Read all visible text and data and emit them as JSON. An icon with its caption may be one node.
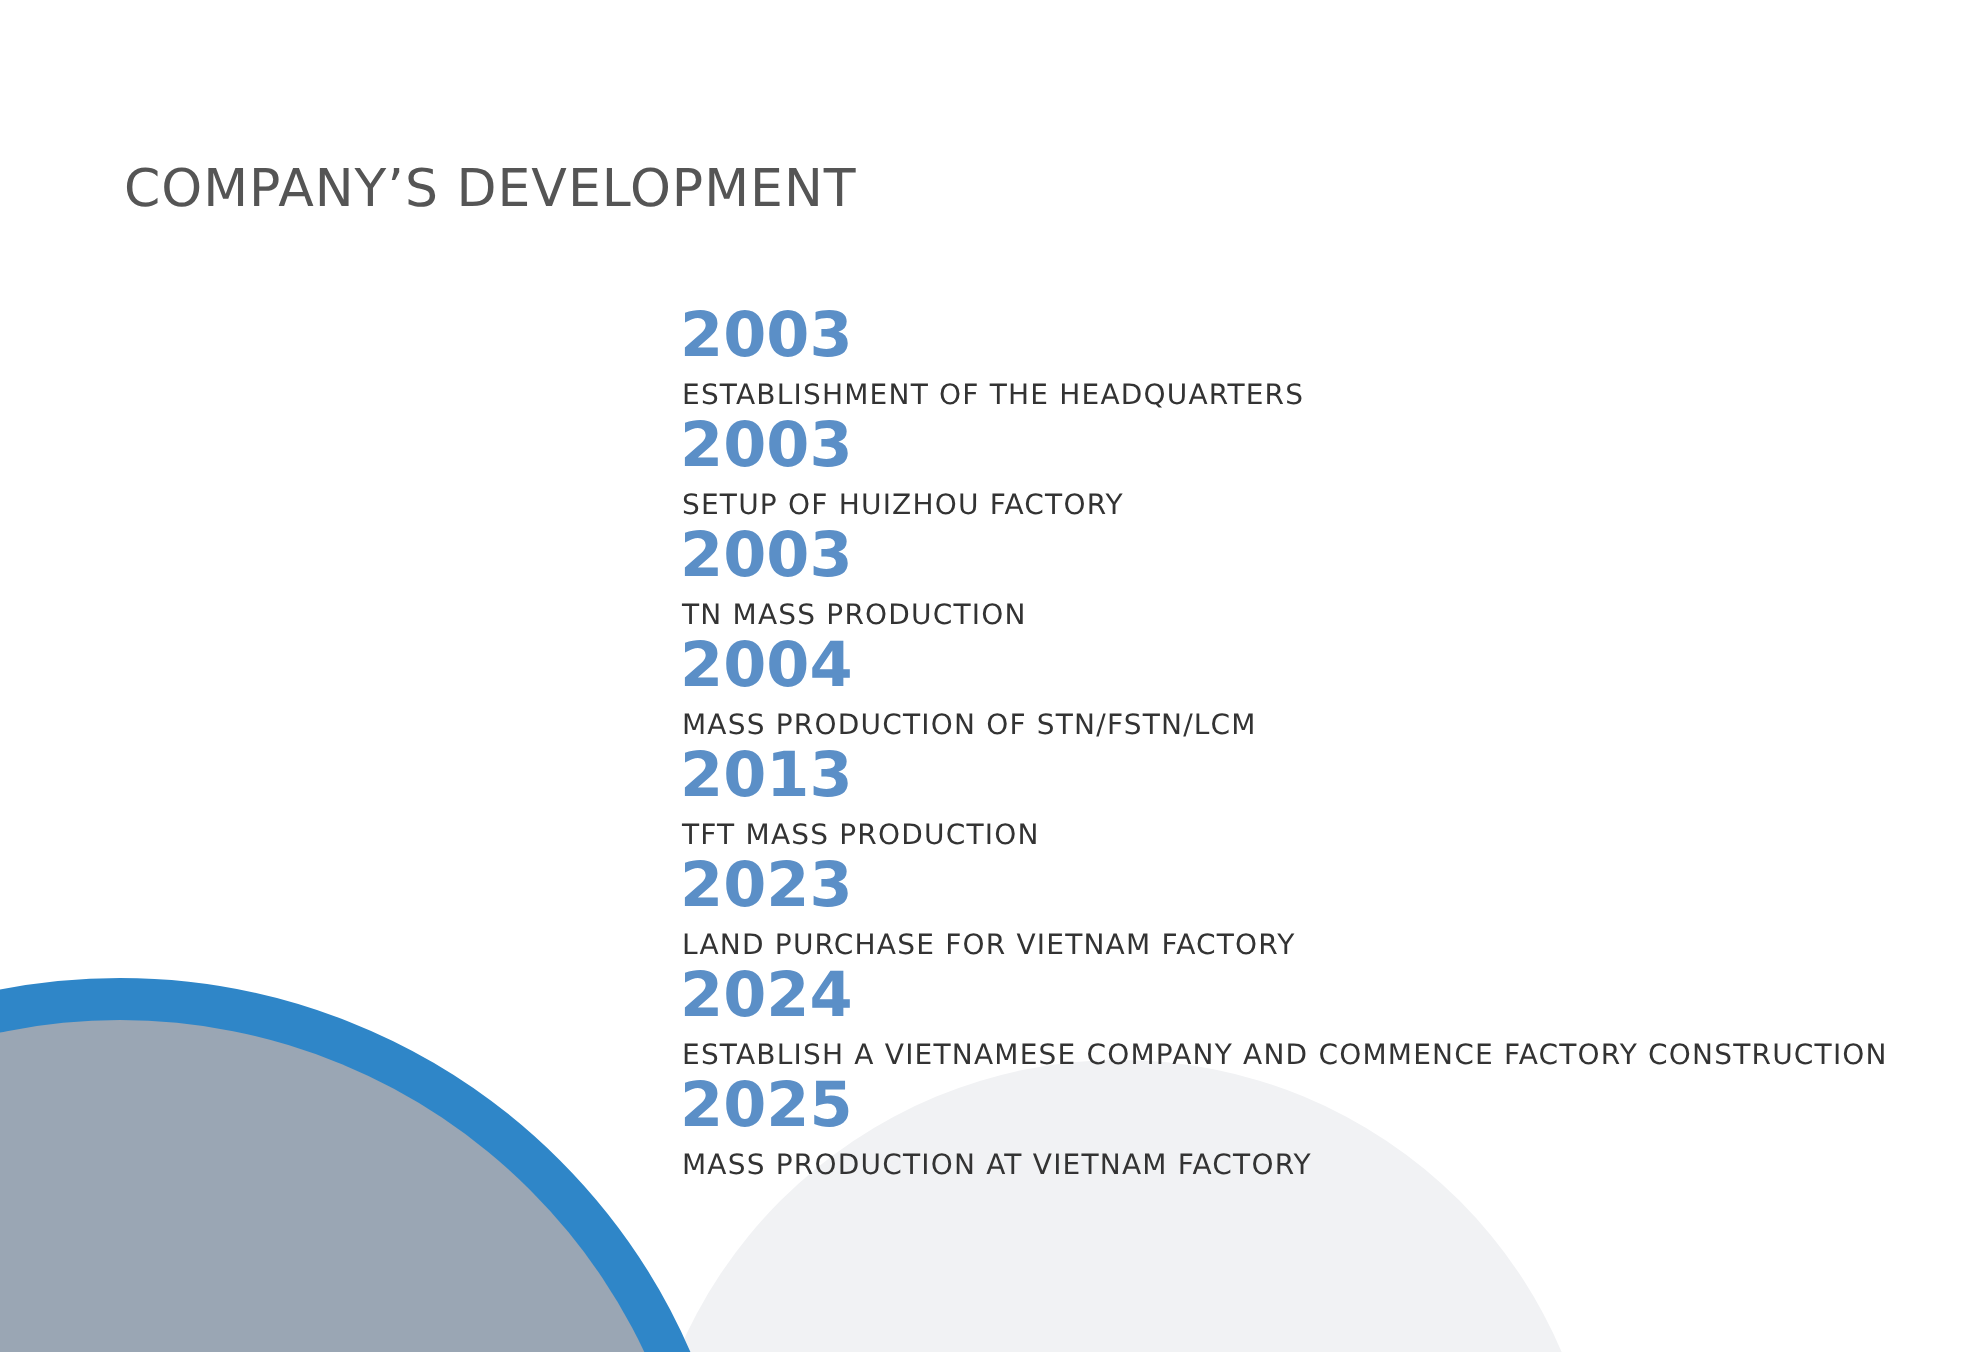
{
  "diagram": {
    "title": "COMPANY’S DEVELOPMENT",
    "labels": [
      "2003",
      "ESTABLISHMENT OF THE HEADQUARTERS",
      "2003",
      "SETUP OF HUIZHOU FACTORY",
      "2003",
      "TN MASS PRODUCTION",
      "2004",
      "MASS PRODUCTION OF STN/FSTN/LCM",
      "2013",
      "TFT MASS PRODUCTION",
      "2023",
      "LAND PURCHASE FOR VIETNAM FACTORY",
      "2024",
      "ESTABLISH A VIETNAMESE COMPANY AND COMMENCE FACTORY CONSTRUCTION",
      "2025",
      "MASS PRODUCTION AT VIETNAM FACTORY"
    ]
  }
}
